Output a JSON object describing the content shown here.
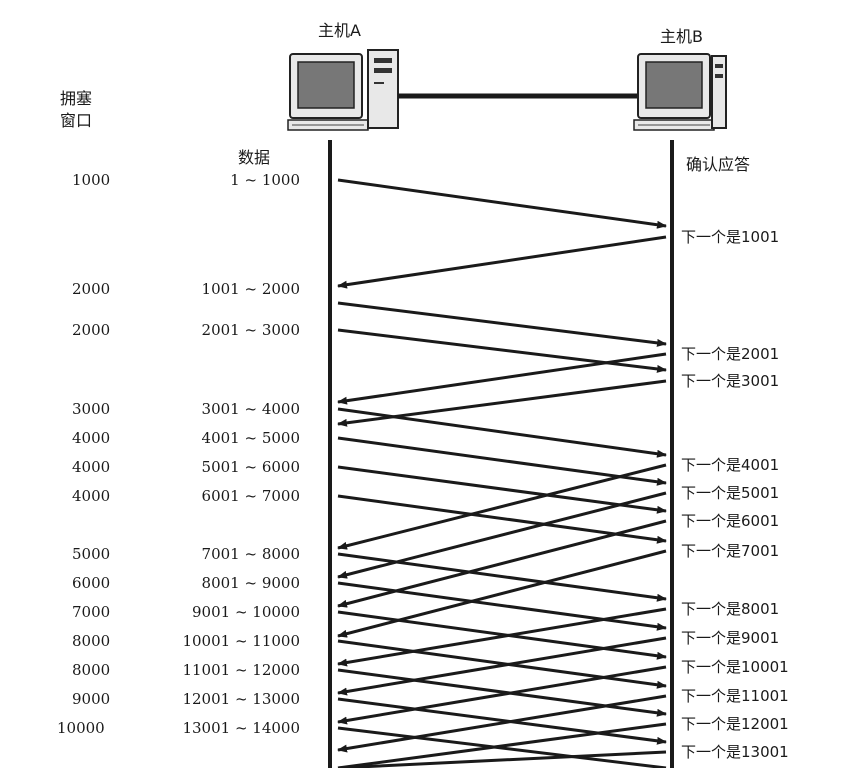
{
  "host_a": {
    "label": "主机A"
  },
  "host_b": {
    "label": "主机B"
  },
  "headers": {
    "cwnd": "拥塞窗口",
    "data": "数据",
    "ack": "确认应答"
  },
  "rows": [
    {
      "cwnd": "1000",
      "data": "1 ~ 1000"
    },
    {
      "cwnd": "2000",
      "data": "1001 ~ 2000"
    },
    {
      "cwnd": "2000",
      "data": "2001 ~ 3000"
    },
    {
      "cwnd": "3000",
      "data": "3001 ~ 4000"
    },
    {
      "cwnd": "4000",
      "data": "4001 ~ 5000"
    },
    {
      "cwnd": "4000",
      "data": "5001 ~ 6000"
    },
    {
      "cwnd": "4000",
      "data": "6001 ~ 7000"
    },
    {
      "cwnd": "5000",
      "data": "7001 ~ 8000"
    },
    {
      "cwnd": "6000",
      "data": "8001 ~ 9000"
    },
    {
      "cwnd": "7000",
      "data": "9001 ~ 10000"
    },
    {
      "cwnd": "8000",
      "data": "10001 ~ 11000"
    },
    {
      "cwnd": "8000",
      "data": "11001 ~ 12000"
    },
    {
      "cwnd": "9000",
      "data": "12001 ~ 13000"
    },
    {
      "cwnd": "10000",
      "data": "13001 ~ 14000"
    }
  ],
  "acks": [
    "下一个是1001",
    "下一个是2001",
    "下一个是3001",
    "下一个是4001",
    "下一个是5001",
    "下一个是6001",
    "下一个是7001",
    "下一个是8001",
    "下一个是9001",
    "下一个是10001",
    "下一个是11001",
    "下一个是12001",
    "下一个是13001"
  ]
}
